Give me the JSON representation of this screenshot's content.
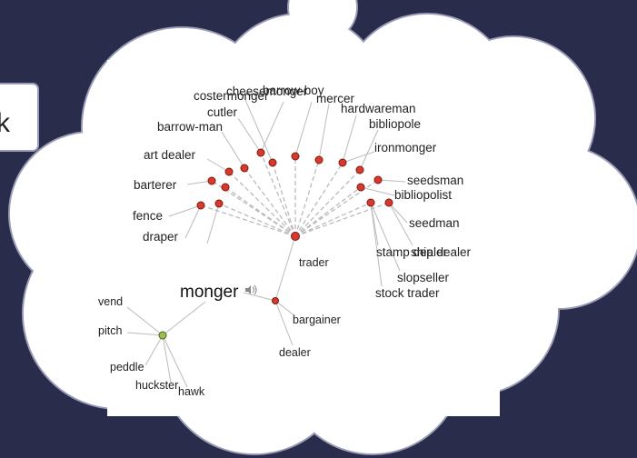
{
  "partial_box_text": "k",
  "icons": {
    "speaker": "speaker-icon"
  },
  "colors": {
    "background": "#2a2c4c",
    "cloud": "#ffffff",
    "cloud_outline": "#9a9cb8",
    "node_red": "#d8392c",
    "node_green": "#9bbf4a"
  },
  "graph": {
    "center_word": "monger",
    "hub_label": "trader",
    "sense_labels": [
      "bargainer",
      "dealer"
    ],
    "trader_synonyms": [
      "cheesemonger",
      "barrow-boy",
      "costermonger",
      "mercer",
      "cutler",
      "hardwareman",
      "barrow-man",
      "bibliopole",
      "art dealer",
      "ironmonger",
      "barterer",
      "seedsman",
      "bibliopolist",
      "fence",
      "seedman",
      "draper",
      "stamp dealer",
      "ship dealer",
      "slopseller",
      "stock trader"
    ],
    "verb_synonyms": [
      "vend",
      "pitch",
      "peddle",
      "huckster",
      "hawk"
    ]
  }
}
